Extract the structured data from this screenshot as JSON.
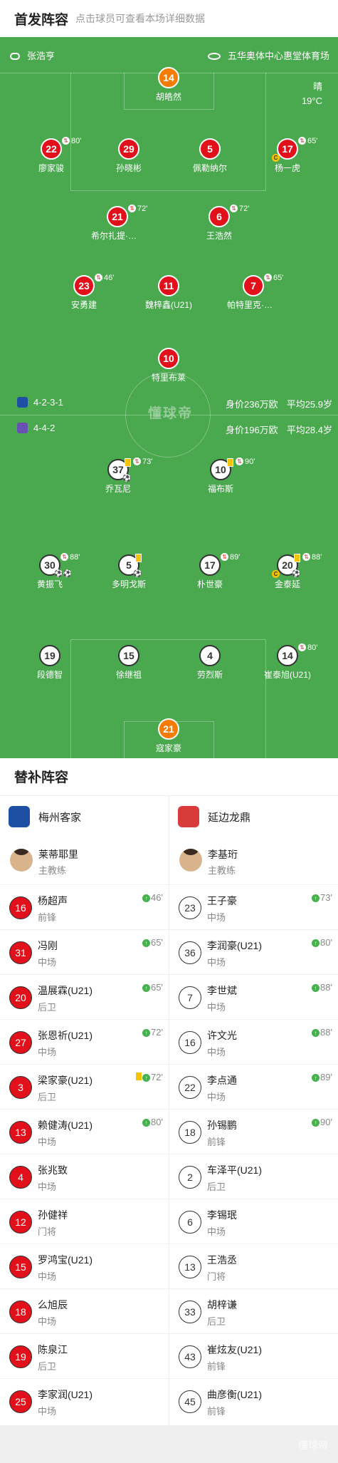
{
  "header": {
    "title": "首发阵容",
    "subtitle": "点击球员可查看本场详细数据"
  },
  "pitch": {
    "referee": "张浩亨",
    "venue": "五华奥体中心惠堂体育场",
    "weather": "晴",
    "temperature": "19°C",
    "watermark": "懂球帝",
    "home": {
      "formation": "4-2-3-1",
      "value": "身价236万欧",
      "age": "平均25.9岁"
    },
    "away": {
      "formation": "4-4-2",
      "value": "身价196万欧",
      "age": "平均28.4岁"
    },
    "players": [
      {
        "num": "14",
        "name": "胡皓然",
        "style": "org"
      },
      {
        "num": "22",
        "name": "廖家骏",
        "style": "red",
        "sub": "80'"
      },
      {
        "num": "29",
        "name": "孙晓彬",
        "style": "red"
      },
      {
        "num": "5",
        "name": "佩勒纳尔",
        "style": "red"
      },
      {
        "num": "17",
        "name": "杨一虎",
        "style": "red",
        "sub": "65'",
        "captain": "C"
      },
      {
        "num": "21",
        "name": "希尔扎提·努尔",
        "style": "red",
        "sub": "72'"
      },
      {
        "num": "6",
        "name": "王浩然",
        "style": "red",
        "sub": "72'"
      },
      {
        "num": "23",
        "name": "安勇建",
        "style": "red",
        "sub": "46'"
      },
      {
        "num": "11",
        "name": "魏梓鑫(U21)",
        "style": "red"
      },
      {
        "num": "7",
        "name": "帕特里克·波…",
        "style": "red",
        "sub": "65'"
      },
      {
        "num": "10",
        "name": "特里布莱",
        "style": "red"
      },
      {
        "num": "37",
        "name": "乔瓦尼",
        "style": "wht",
        "sub": "73'",
        "yellow": true,
        "balls": "⚽"
      },
      {
        "num": "10",
        "name": "福布斯",
        "style": "wht",
        "sub": "90'",
        "yellow": true
      },
      {
        "num": "30",
        "name": "黄振飞",
        "style": "wht",
        "sub": "88'",
        "balls": "⚽⚽"
      },
      {
        "num": "5",
        "name": "多明戈斯",
        "style": "wht",
        "yellow": true,
        "balls": "⚽"
      },
      {
        "num": "17",
        "name": "朴世豪",
        "style": "wht",
        "sub": "89'"
      },
      {
        "num": "20",
        "name": "金泰延",
        "style": "wht",
        "sub": "88'",
        "yellow": true,
        "captain": "C",
        "balls": "⚽"
      },
      {
        "num": "19",
        "name": "段德智",
        "style": "wht"
      },
      {
        "num": "15",
        "name": "徐继祖",
        "style": "wht"
      },
      {
        "num": "4",
        "name": "劳烈斯",
        "style": "wht"
      },
      {
        "num": "14",
        "name": "崔泰旭(U21)",
        "style": "wht",
        "sub": "80'"
      },
      {
        "num": "21",
        "name": "寇家豪",
        "style": "org"
      }
    ]
  },
  "subs": {
    "title": "替补阵容",
    "left": {
      "team": "梅州客家",
      "coach": "莱蒂耶里",
      "coach_role": "主教练",
      "color": "#1f4fa3",
      "players": [
        {
          "num": "16",
          "name": "杨超声",
          "pos": "前锋",
          "in": "46'"
        },
        {
          "num": "31",
          "name": "冯刚",
          "pos": "中场",
          "in": "65'"
        },
        {
          "num": "20",
          "name": "温展霖(U21)",
          "pos": "后卫",
          "in": "65'"
        },
        {
          "num": "27",
          "name": "张恩祈(U21)",
          "pos": "中场",
          "in": "72'"
        },
        {
          "num": "3",
          "name": "梁家豪(U21)",
          "pos": "后卫",
          "in": "72'",
          "yellow": true
        },
        {
          "num": "13",
          "name": "赖健涛(U21)",
          "pos": "中场",
          "in": "80'"
        },
        {
          "num": "4",
          "name": "张兆致",
          "pos": "中场"
        },
        {
          "num": "12",
          "name": "孙健祥",
          "pos": "门将"
        },
        {
          "num": "15",
          "name": "罗鸿宝(U21)",
          "pos": "中场"
        },
        {
          "num": "18",
          "name": "么旭辰",
          "pos": "中场"
        },
        {
          "num": "19",
          "name": "陈泉江",
          "pos": "后卫"
        },
        {
          "num": "25",
          "name": "李家润(U21)",
          "pos": "中场"
        }
      ]
    },
    "right": {
      "team": "延边龙鼎",
      "coach": "李基珩",
      "coach_role": "主教练",
      "color": "#d93a3a",
      "players": [
        {
          "num": "23",
          "name": "王子豪",
          "pos": "中场",
          "in": "73'"
        },
        {
          "num": "36",
          "name": "李润豪(U21)",
          "pos": "中场",
          "in": "80'"
        },
        {
          "num": "7",
          "name": "李世斌",
          "pos": "中场",
          "in": "88'"
        },
        {
          "num": "16",
          "name": "许文光",
          "pos": "中场",
          "in": "88'"
        },
        {
          "num": "22",
          "name": "李点通",
          "pos": "中场",
          "in": "89'"
        },
        {
          "num": "18",
          "name": "孙锡鹏",
          "pos": "前锋",
          "in": "90'"
        },
        {
          "num": "2",
          "name": "车泽平(U21)",
          "pos": "后卫"
        },
        {
          "num": "6",
          "name": "李锡珉",
          "pos": "中场"
        },
        {
          "num": "13",
          "name": "王浩丞",
          "pos": "门将"
        },
        {
          "num": "33",
          "name": "胡梓谦",
          "pos": "后卫"
        },
        {
          "num": "43",
          "name": "崔炫友(U21)",
          "pos": "前锋"
        },
        {
          "num": "45",
          "name": "曲彦衡(U21)",
          "pos": "前锋"
        }
      ]
    }
  },
  "footer": {
    "mark": "懂球帝"
  }
}
